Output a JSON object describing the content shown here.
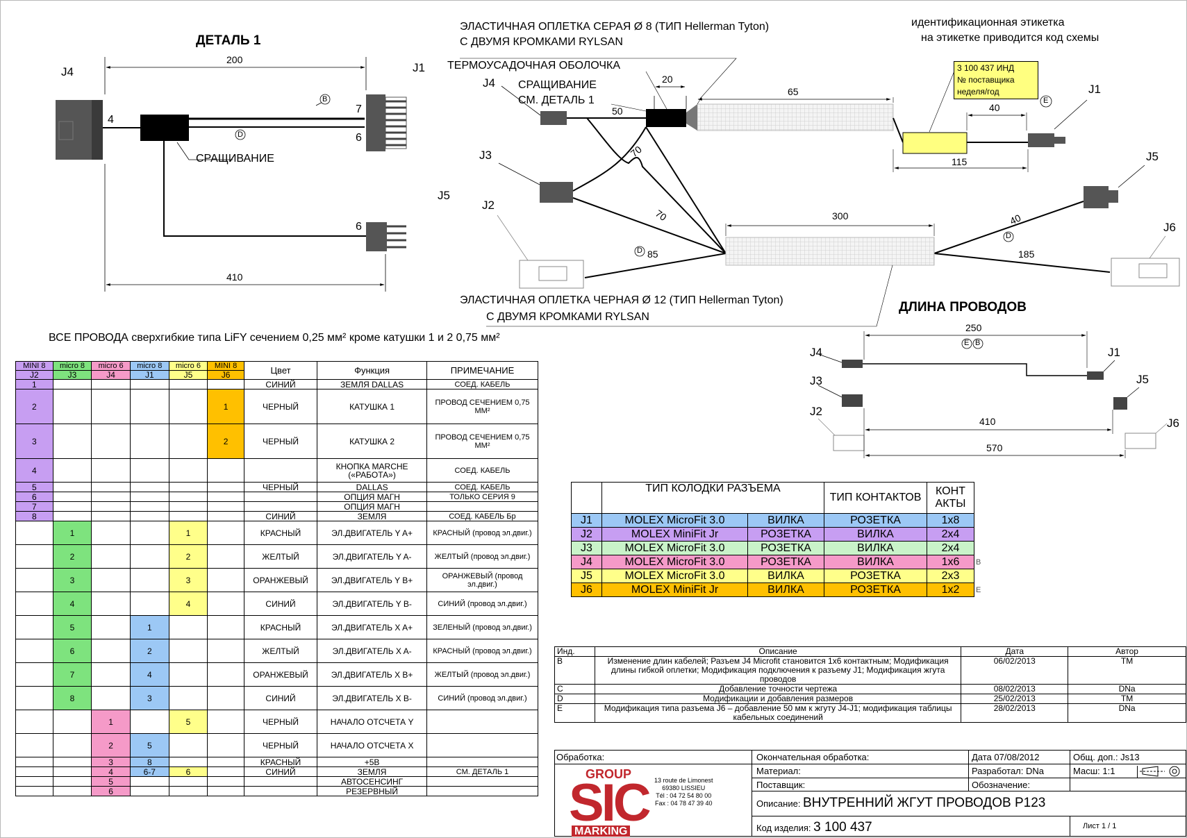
{
  "detail1": {
    "title": "ДЕТАЛЬ 1",
    "splice_label": "СРАЩИВАНИЕ",
    "connectors": [
      "J4",
      "J1",
      "J5"
    ],
    "pins": {
      "j4": "4",
      "j1_top": "7",
      "j1_bottom": "6",
      "j5": "6"
    },
    "dims": {
      "top": "200",
      "bottom": "410"
    },
    "markers": {
      "b": "B",
      "d": "D"
    }
  },
  "main": {
    "braid_grey": [
      "ЭЛАСТИЧНАЯ ОПЛЕТКА СЕРАЯ Ø 8 (ТИП Hellerman Tyton)",
      "С ДВУМЯ КРОМКАМИ RYLSAN"
    ],
    "heat_shrink": "ТЕРМОУСАДОЧНАЯ ОБОЛОЧКА",
    "splice_ref": [
      "СРАЩИВАНИЕ",
      "СМ. ДЕТАЛЬ 1"
    ],
    "id_label": [
      "идентификационная этикетка",
      "на этикетке приводится код схемы"
    ],
    "label_box": [
      "3 100 437 ИНД",
      "№ поставщика",
      "неделя/год"
    ],
    "braid_black": [
      "ЭЛАСТИЧНАЯ ОПЛЕТКА ЧЕРНАЯ Ø 12 (ТИП Hellerman Tyton)",
      "С ДВУМЯ КРОМКАМИ RYLSAN"
    ],
    "connectors": {
      "j4": "J4",
      "j3": "J3",
      "j2": "J2",
      "j1": "J1",
      "j5": "J5",
      "j6": "J6"
    },
    "dims": {
      "d20": "20",
      "d50": "50",
      "d65": "65",
      "d40a": "40",
      "d115": "115",
      "d70a": "70",
      "d70b": "70",
      "d85": "85",
      "d300": "300",
      "d40b": "40",
      "d185": "185"
    },
    "markers": {
      "e": "E",
      "d1": "D",
      "d2": "D"
    }
  },
  "wire_lengths": {
    "title": "ДЛИНА ПРОВОДОВ",
    "dims": [
      "250",
      "410",
      "570"
    ],
    "markers": [
      "E",
      "B"
    ],
    "connectors": {
      "j4": "J4",
      "j3": "J3",
      "j2": "J2",
      "j1": "J1",
      "j5": "J5",
      "j6": "J6"
    }
  },
  "note": "ВСЕ ПРОВОДА сверхгибкие типа LiFY сечением 0,25 мм² кроме катушки 1 и 2 0,75 мм²",
  "wire_table": {
    "header_types": [
      "MINI 8",
      "micro 8",
      "micro 6",
      "micro 8",
      "micro 6",
      "MINI 8"
    ],
    "header_conns": [
      "J2",
      "J3",
      "J4",
      "J1",
      "J5",
      "J6"
    ],
    "header_cols": [
      "Цвет",
      "Функция",
      "ПРИМЕЧАНИЕ"
    ],
    "rows": [
      {
        "p": [
          "1",
          "",
          "",
          "",
          "",
          ""
        ],
        "c": "СИНИЙ",
        "f": "ЗЕМЛЯ DALLAS",
        "n": "СОЕД. КАБЕЛЬ",
        "h": 1
      },
      {
        "p": [
          "2",
          "",
          "",
          "",
          "",
          "1"
        ],
        "c": "ЧЕРНЫЙ",
        "f": "КАТУШКА 1",
        "n": "ПРОВОД СЕЧЕНИЕМ 0,75 ММ²",
        "h": 3
      },
      {
        "p": [
          "3",
          "",
          "",
          "",
          "",
          "2"
        ],
        "c": "ЧЕРНЫЙ",
        "f": "КАТУШКА 2",
        "n": "ПРОВОД СЕЧЕНИЕМ 0,75 ММ²",
        "h": 3
      },
      {
        "p": [
          "4",
          "",
          "",
          "",
          "",
          ""
        ],
        "c": "",
        "f": "КНОПКА MARCHE («РАБОТА»)",
        "n": "СОЕД. КАБЕЛЬ",
        "h": 2
      },
      {
        "p": [
          "5",
          "",
          "",
          "",
          "",
          ""
        ],
        "c": "ЧЕРНЫЙ",
        "f": "DALLAS",
        "n": "СОЕД. КАБЕЛЬ",
        "h": 1
      },
      {
        "p": [
          "6",
          "",
          "",
          "",
          "",
          ""
        ],
        "c": "",
        "f": "ОПЦИЯ МАГН",
        "n": "ТОЛЬКО СЕРИЯ 9",
        "h": 1
      },
      {
        "p": [
          "7",
          "",
          "",
          "",
          "",
          ""
        ],
        "c": "",
        "f": "ОПЦИЯ МАГН",
        "n": "",
        "h": 1
      },
      {
        "p": [
          "8",
          "",
          "",
          "",
          "",
          ""
        ],
        "c": "СИНИЙ",
        "f": "ЗЕМЛЯ",
        "n": "СОЕД. КАБЕЛЬ Бр",
        "h": 1
      },
      {
        "p": [
          "",
          "1",
          "",
          "",
          "1",
          ""
        ],
        "c": "КРАСНЫЙ",
        "f": "ЭЛ.ДВИГАТЕЛЬ Y A+",
        "n": "КРАСНЫЙ (провод эл.двиг.)",
        "h": 2
      },
      {
        "p": [
          "",
          "2",
          "",
          "",
          "2",
          ""
        ],
        "c": "ЖЕЛТЫЙ",
        "f": "ЭЛ.ДВИГАТЕЛЬ Y A-",
        "n": "ЖЕЛТЫЙ (провод эл.двиг.)",
        "h": 2
      },
      {
        "p": [
          "",
          "3",
          "",
          "",
          "3",
          ""
        ],
        "c": "ОРАНЖЕВЫЙ",
        "f": "ЭЛ.ДВИГАТЕЛЬ Y B+",
        "n": "ОРАНЖЕВЫЙ (провод эл.двиг.)",
        "h": 2
      },
      {
        "p": [
          "",
          "4",
          "",
          "",
          "4",
          ""
        ],
        "c": "СИНИЙ",
        "f": "ЭЛ.ДВИГАТЕЛЬ Y B-",
        "n": "СИНИЙ (провод эл.двиг.)",
        "h": 2
      },
      {
        "p": [
          "",
          "5",
          "",
          "1",
          "",
          ""
        ],
        "c": "КРАСНЫЙ",
        "f": "ЭЛ.ДВИГАТЕЛЬ X A+",
        "n": "ЗЕЛЕНЫЙ (провод эл.двиг.)",
        "h": 2
      },
      {
        "p": [
          "",
          "6",
          "",
          "2",
          "",
          ""
        ],
        "c": "ЖЕЛТЫЙ",
        "f": "ЭЛ.ДВИГАТЕЛЬ X A-",
        "n": "КРАСНЫЙ (провод эл.двиг.)",
        "h": 2
      },
      {
        "p": [
          "",
          "7",
          "",
          "4",
          "",
          ""
        ],
        "c": "ОРАНЖЕВЫЙ",
        "f": "ЭЛ.ДВИГАТЕЛЬ X B+",
        "n": "ЖЕЛТЫЙ (провод эл.двиг.)",
        "h": 2
      },
      {
        "p": [
          "",
          "8",
          "",
          "3",
          "",
          ""
        ],
        "c": "СИНИЙ",
        "f": "ЭЛ.ДВИГАТЕЛЬ X B-",
        "n": "СИНИЙ (провод эл.двиг.)",
        "h": 2
      },
      {
        "p": [
          "",
          "",
          "1",
          "",
          "5",
          ""
        ],
        "c": "ЧЕРНЫЙ",
        "f": "НАЧАЛО ОТСЧЕТА Y",
        "n": "",
        "h": 2
      },
      {
        "p": [
          "",
          "",
          "2",
          "5",
          "",
          ""
        ],
        "c": "ЧЕРНЫЙ",
        "f": "НАЧАЛО ОТСЧЕТА X",
        "n": "",
        "h": 2
      },
      {
        "p": [
          "",
          "",
          "3",
          "8",
          "",
          ""
        ],
        "c": "КРАСНЫЙ",
        "f": "+5В",
        "n": "",
        "h": 1
      },
      {
        "p": [
          "",
          "",
          "4",
          "6-7",
          "6",
          ""
        ],
        "c": "СИНИЙ",
        "f": "ЗЕМЛЯ",
        "n": "СМ. ДЕТАЛЬ 1",
        "h": 1
      },
      {
        "p": [
          "",
          "",
          "5",
          "",
          "",
          ""
        ],
        "c": "",
        "f": "АВТОСЕНСИНГ",
        "n": "",
        "h": 1
      },
      {
        "p": [
          "",
          "",
          "6",
          "",
          "",
          ""
        ],
        "c": "",
        "f": "РЕЗЕРВНЫЙ",
        "n": "",
        "h": 1
      }
    ]
  },
  "connector_table": {
    "headers": [
      "ТИП КОЛОДКИ РАЗЪЕМА",
      "ТИП КОНТАКТОВ",
      "КОНТ АКТЫ"
    ],
    "rows": [
      {
        "id": "J1",
        "model": "MOLEX MicroFit 3.0",
        "kind": "ВИЛКА",
        "contacts": "РОЗЕТКА",
        "count": "1x8",
        "mark": "",
        "cls": "c-blue"
      },
      {
        "id": "J2",
        "model": "MOLEX MiniFit Jr",
        "kind": "РОЗЕТКА",
        "contacts": "ВИЛКА",
        "count": "2x4",
        "mark": "",
        "cls": "c-purple"
      },
      {
        "id": "J3",
        "model": "MOLEX MicroFit 3.0",
        "kind": "РОЗЕТКА",
        "contacts": "ВИЛКА",
        "count": "2x4",
        "mark": "",
        "cls": "c-lgreen"
      },
      {
        "id": "J4",
        "model": "MOLEX MicroFit 3.0",
        "kind": "РОЗЕТКА",
        "contacts": "ВИЛКА",
        "count": "1x6",
        "mark": "B",
        "cls": "c-pink"
      },
      {
        "id": "J5",
        "model": "MOLEX MicroFit 3.0",
        "kind": "ВИЛКА",
        "contacts": "РОЗЕТКА",
        "count": "2x3",
        "mark": "",
        "cls": "c-yellow"
      },
      {
        "id": "J6",
        "model": "MOLEX MiniFit Jr",
        "kind": "ВИЛКА",
        "contacts": "РОЗЕТКА",
        "count": "1x2",
        "mark": "E",
        "cls": "c-orange"
      }
    ]
  },
  "revisions": {
    "headers": [
      "Инд.",
      "Описание",
      "Дата",
      "Автор"
    ],
    "rows": [
      {
        "ind": "B",
        "desc": "Изменение длин кабелей; Разъем J4 Microfit становится 1x6 контактным; Модификация длины гибкой оплетки; Модификация подключения к разъему J1; Модификация жгута проводов",
        "date": "06/02/2013",
        "author": "TM"
      },
      {
        "ind": "C",
        "desc": "Добавление точности чертежа",
        "date": "08/02/2013",
        "author": "DNa"
      },
      {
        "ind": "D",
        "desc": "Модификации и добавления размеров",
        "date": "25/02/2013",
        "author": "TM"
      },
      {
        "ind": "E",
        "desc": "Модификация типа разъема J6 – добавление 50 мм к жгуту J4-J1; модификация таблицы кабельных соединений",
        "date": "28/02/2013",
        "author": "DNa"
      }
    ]
  },
  "title_block": {
    "processing": "Обработка:",
    "final_processing": "Окончательная обработка:",
    "date": "Дата 07/08/2012",
    "tolerance": "Общ. доп.: Js13",
    "material": "Материал:",
    "developed": "Разработал: DNa",
    "scale": "Масш: 1:1",
    "supplier": "Поставщик:",
    "designation": "Обозначение:",
    "desc_label": "Описание: ",
    "desc_value": "ВНУТРЕННИЙ ЖГУТ ПРОВОДОВ P123",
    "code_label": "Код изделия: ",
    "code_value": "3 100 437",
    "sheet": "Лист 1 / 1",
    "logo_group": "GROUP",
    "logo_main": "SIC",
    "logo_marking": "MARKING",
    "address": [
      "13 route de Limonest",
      "69380 LISSIEU",
      "Tél : 04 72 54 80 00",
      "Fax : 04 78 47 39 40"
    ]
  }
}
